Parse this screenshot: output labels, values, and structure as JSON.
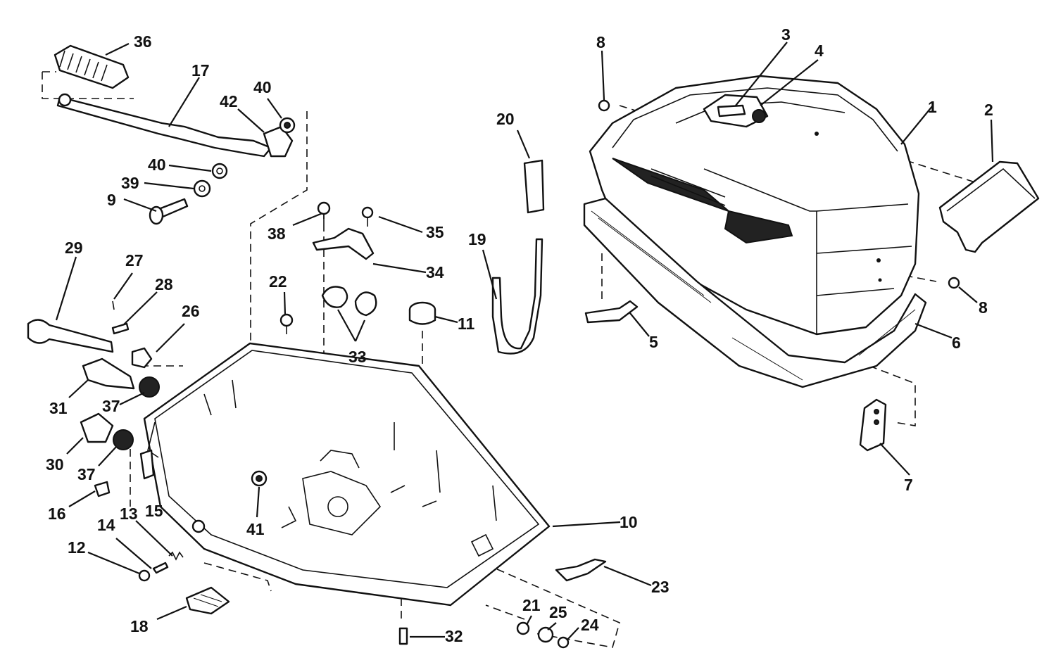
{
  "labels": [
    {
      "id": "1",
      "text": "1"
    },
    {
      "id": "2",
      "text": "2"
    },
    {
      "id": "3",
      "text": "3"
    },
    {
      "id": "4",
      "text": "4"
    },
    {
      "id": "5",
      "text": "5"
    },
    {
      "id": "6",
      "text": "6"
    },
    {
      "id": "7",
      "text": "7"
    },
    {
      "id": "8a",
      "text": "8"
    },
    {
      "id": "8b",
      "text": "8"
    },
    {
      "id": "9",
      "text": "9"
    },
    {
      "id": "10",
      "text": "10"
    },
    {
      "id": "11",
      "text": "11"
    },
    {
      "id": "12",
      "text": "12"
    },
    {
      "id": "13",
      "text": "13"
    },
    {
      "id": "14",
      "text": "14"
    },
    {
      "id": "15",
      "text": "15"
    },
    {
      "id": "16",
      "text": "16"
    },
    {
      "id": "17",
      "text": "17"
    },
    {
      "id": "18",
      "text": "18"
    },
    {
      "id": "19",
      "text": "19"
    },
    {
      "id": "20",
      "text": "20"
    },
    {
      "id": "21",
      "text": "21"
    },
    {
      "id": "22",
      "text": "22"
    },
    {
      "id": "23",
      "text": "23"
    },
    {
      "id": "24",
      "text": "24"
    },
    {
      "id": "25",
      "text": "25"
    },
    {
      "id": "26",
      "text": "26"
    },
    {
      "id": "27",
      "text": "27"
    },
    {
      "id": "28",
      "text": "28"
    },
    {
      "id": "29",
      "text": "29"
    },
    {
      "id": "30",
      "text": "30"
    },
    {
      "id": "31",
      "text": "31"
    },
    {
      "id": "32",
      "text": "32"
    },
    {
      "id": "33",
      "text": "33"
    },
    {
      "id": "34",
      "text": "34"
    },
    {
      "id": "35",
      "text": "35"
    },
    {
      "id": "36",
      "text": "36"
    },
    {
      "id": "37a",
      "text": "37"
    },
    {
      "id": "37b",
      "text": "37"
    },
    {
      "id": "38",
      "text": "38"
    },
    {
      "id": "39",
      "text": "39"
    },
    {
      "id": "40a",
      "text": "40"
    },
    {
      "id": "40b",
      "text": "40"
    },
    {
      "id": "41",
      "text": "41"
    },
    {
      "id": "42",
      "text": "42"
    }
  ]
}
